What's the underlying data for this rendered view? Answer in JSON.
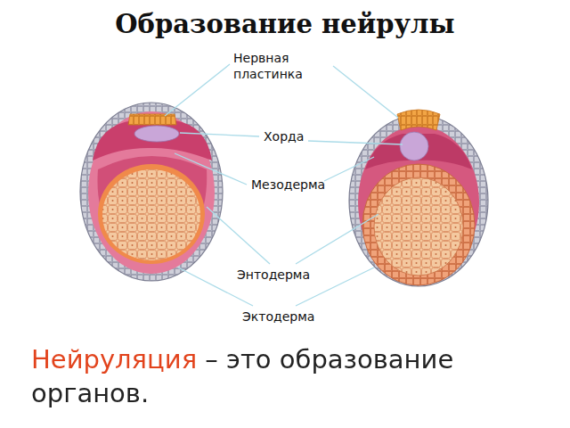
{
  "diagram": {
    "title": "Образование нейрулы",
    "caption": "Нейруляция – это образование органов.",
    "labels": [
      "Нервная пластинка",
      "Хорда",
      "Мезодерма",
      "Энтодерма",
      "Эктодерма"
    ]
  }
}
